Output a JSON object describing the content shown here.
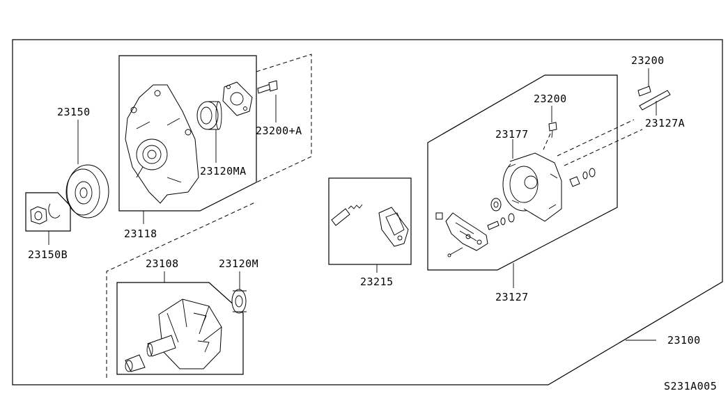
{
  "diagram": {
    "labels": {
      "p23150": "23150",
      "p23150B": "23150B",
      "p23118": "23118",
      "p23200A": "23200+A",
      "p23120MA": "23120MA",
      "p23108": "23108",
      "p23120M": "23120M",
      "p23215": "23215",
      "p23200_top": "23200",
      "p23200_mid": "23200",
      "p23177": "23177",
      "p23127A": "23127A",
      "p23127": "23127",
      "p23100": "23100"
    },
    "figure_code": "S231A005"
  }
}
